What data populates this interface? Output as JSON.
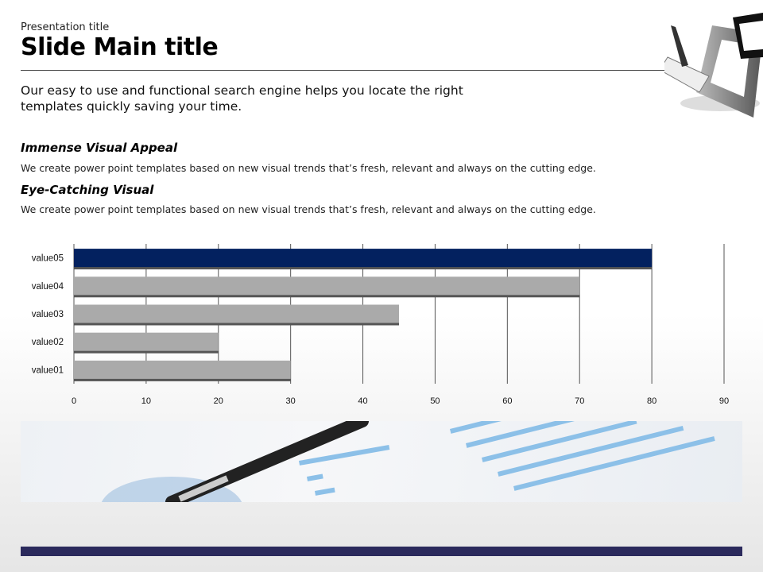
{
  "header": {
    "presentation_title": "Presentation title",
    "main_title": "Slide Main title"
  },
  "intro": "Our easy to use and functional search engine helps you locate the right templates quickly saving your time.",
  "sections": [
    {
      "heading": "Immense Visual Appeal",
      "body": "We create power point templates based on new visual trends that’s fresh, relevant and always on the cutting edge."
    },
    {
      "heading": "Eye-Catching Visual",
      "body": "We create power point templates based on new visual trends that’s fresh, relevant and always on the cutting edge."
    }
  ],
  "chart_data": {
    "type": "bar",
    "orientation": "horizontal",
    "categories": [
      "value01",
      "value02",
      "value03",
      "value04",
      "value05"
    ],
    "values": [
      30,
      20,
      45,
      70,
      80
    ],
    "highlight": "value05",
    "xlim": [
      0,
      90
    ],
    "xticks": [
      0,
      10,
      20,
      30,
      40,
      50,
      60,
      70,
      80,
      90
    ],
    "grid": true,
    "title": "",
    "xlabel": "",
    "ylabel": "",
    "colors": {
      "highlight": "#03215f",
      "default": "#aaaaaa"
    }
  }
}
